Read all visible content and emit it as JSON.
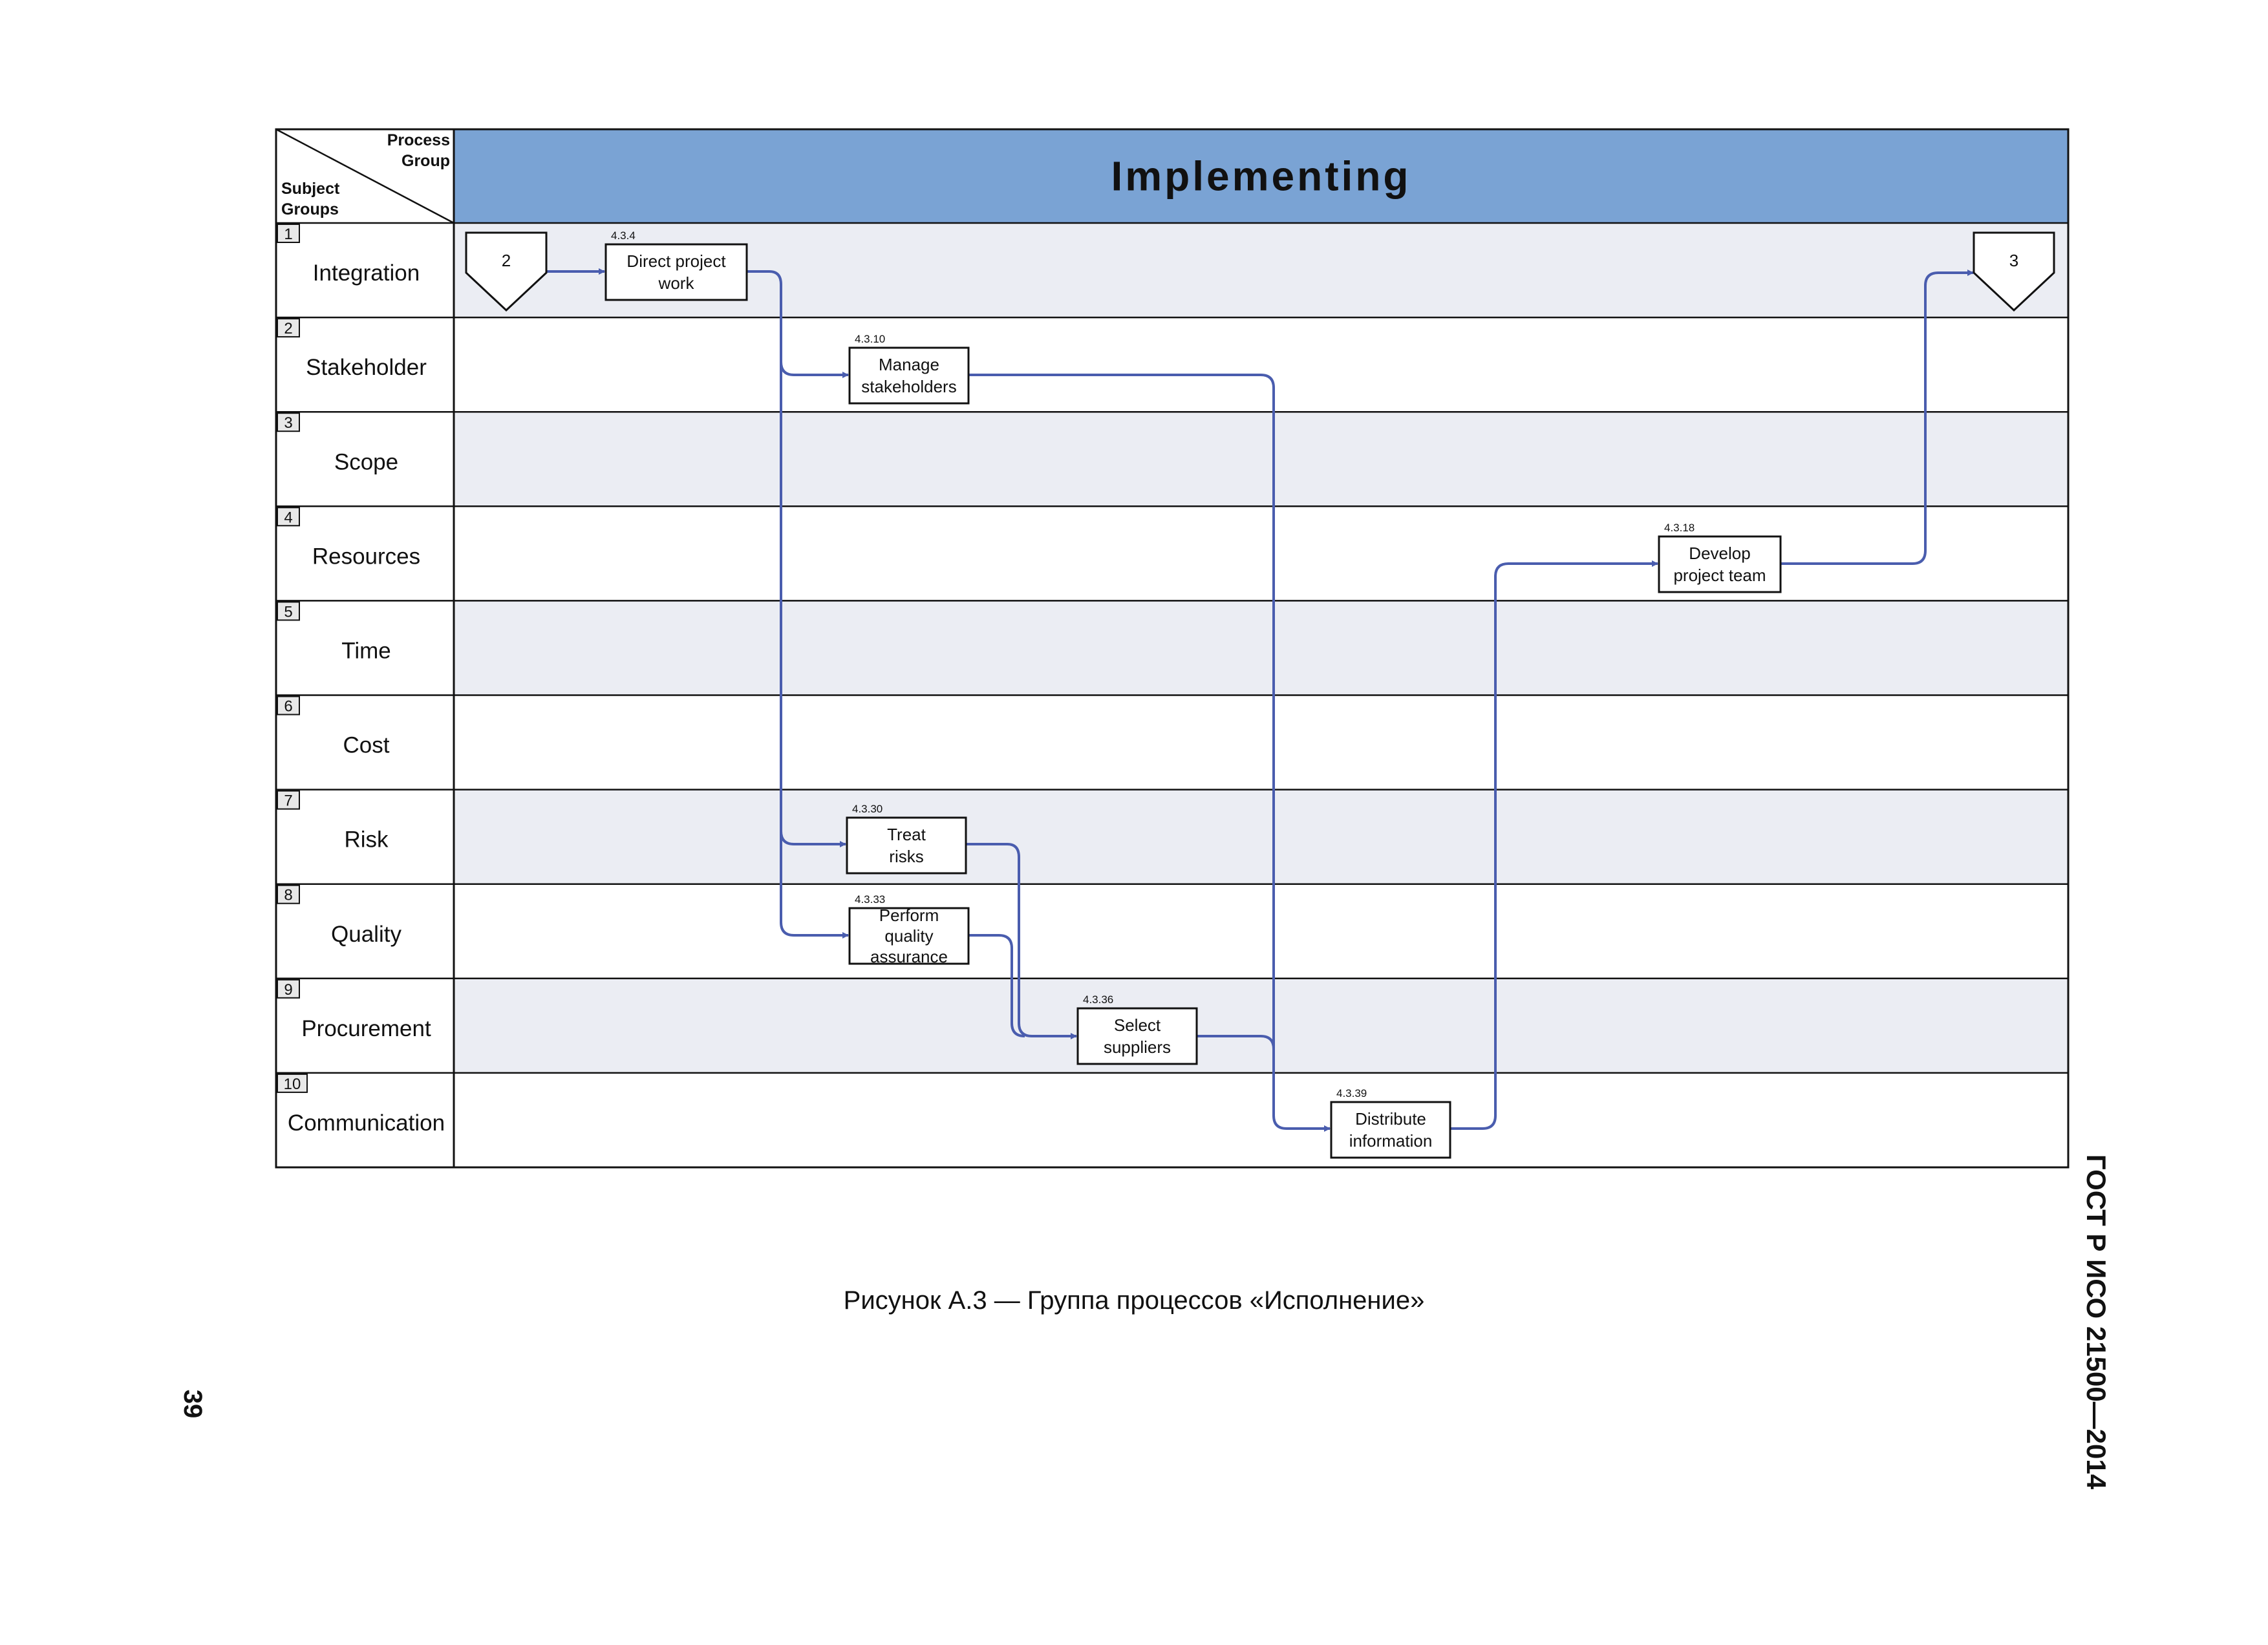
{
  "header": {
    "process_group_label": [
      "Process",
      "Group"
    ],
    "subject_groups_label": [
      "Subject",
      "Groups"
    ],
    "title": "Implementing"
  },
  "colors": {
    "header_fill": "#7aa3d4",
    "row_shade": "#ebedf3",
    "connector": "#4a5dae",
    "border": "#111111"
  },
  "rows": [
    {
      "num": "1",
      "name": "Integration"
    },
    {
      "num": "2",
      "name": "Stakeholder"
    },
    {
      "num": "3",
      "name": "Scope"
    },
    {
      "num": "4",
      "name": "Resources"
    },
    {
      "num": "5",
      "name": "Time"
    },
    {
      "num": "6",
      "name": "Cost"
    },
    {
      "num": "7",
      "name": "Risk"
    },
    {
      "num": "8",
      "name": "Quality"
    },
    {
      "num": "9",
      "name": "Procurement"
    },
    {
      "num": "10",
      "name": "Communication"
    }
  ],
  "processes": [
    {
      "id": "direct-project-work",
      "code": "4.3.4",
      "lines": [
        "Direct project",
        "work"
      ]
    },
    {
      "id": "manage-stakeholders",
      "code": "4.3.10",
      "lines": [
        "Manage",
        "stakeholders"
      ]
    },
    {
      "id": "develop-project-team",
      "code": "4.3.18",
      "lines": [
        "Develop",
        "project team"
      ]
    },
    {
      "id": "treat-risks",
      "code": "4.3.30",
      "lines": [
        "Treat",
        "risks"
      ]
    },
    {
      "id": "perform-quality-assurance",
      "code": "4.3.33",
      "lines": [
        "Perform",
        "quality",
        "assurance"
      ]
    },
    {
      "id": "select-suppliers",
      "code": "4.3.36",
      "lines": [
        "Select",
        "suppliers"
      ]
    },
    {
      "id": "distribute-information",
      "code": "4.3.39",
      "lines": [
        "Distribute",
        "information"
      ]
    }
  ],
  "connectors": {
    "in": "2",
    "out": "3"
  },
  "caption": "Рисунок А.3 — Группа процессов «Исполнение»",
  "side_code": "ГОСТ Р ИСО 21500—2014",
  "page_number": "39"
}
